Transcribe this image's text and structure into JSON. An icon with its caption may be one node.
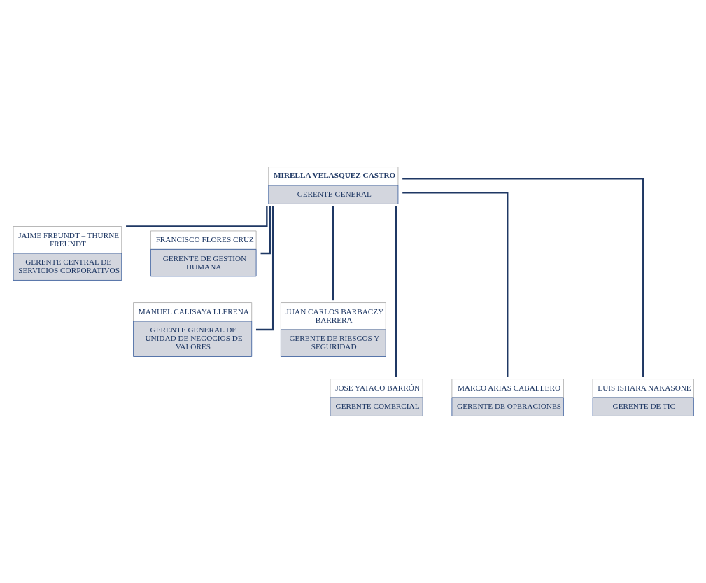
{
  "diagram": {
    "nodes": [
      {
        "text": [
          "MIRELLA VELASQUEZ CASTRO",
          "GERENTE GENERAL"
        ]
      },
      {
        "text": [
          "JAIME FREUNDT – THURNE FREUNDT",
          "GERENTE CENTRAL DE SERVICIOS CORPORATIVOS"
        ]
      },
      {
        "text": [
          "FRANCISCO FLORES CRUZ",
          "GERENTE DE GESTION HUMANA"
        ]
      },
      {
        "text": [
          "MANUEL CALISAYA LLERENA",
          "GERENTE GENERAL DE UNIDAD DE NEGOCIOS DE VALORES"
        ]
      },
      {
        "text": [
          "JUAN CARLOS BARBACZY BARRERA",
          "GERENTE DE RIESGOS Y SEGURIDAD"
        ]
      },
      {
        "text": [
          "JOSE YATACO BARRÓN",
          "GERENTE COMERCIAL"
        ]
      },
      {
        "text": [
          "MARCO ARIAS CABALLERO",
          "GERENTE DE OPERACIONES"
        ]
      },
      {
        "text": [
          "LUIS ISHARA NAKASONE",
          "GERENTE DE TIC"
        ]
      }
    ],
    "edges": [
      {
        "from": 0,
        "to": 1,
        "arrow": "none"
      },
      {
        "from": 0,
        "to": 2,
        "arrow": "none"
      },
      {
        "from": 0,
        "to": 3,
        "arrow": "none"
      },
      {
        "from": 0,
        "to": 4,
        "arrow": "none"
      },
      {
        "from": 0,
        "to": 5,
        "arrow": "none"
      },
      {
        "from": 0,
        "to": 6,
        "arrow": "none"
      },
      {
        "from": 0,
        "to": 7,
        "arrow": "none"
      }
    ]
  }
}
